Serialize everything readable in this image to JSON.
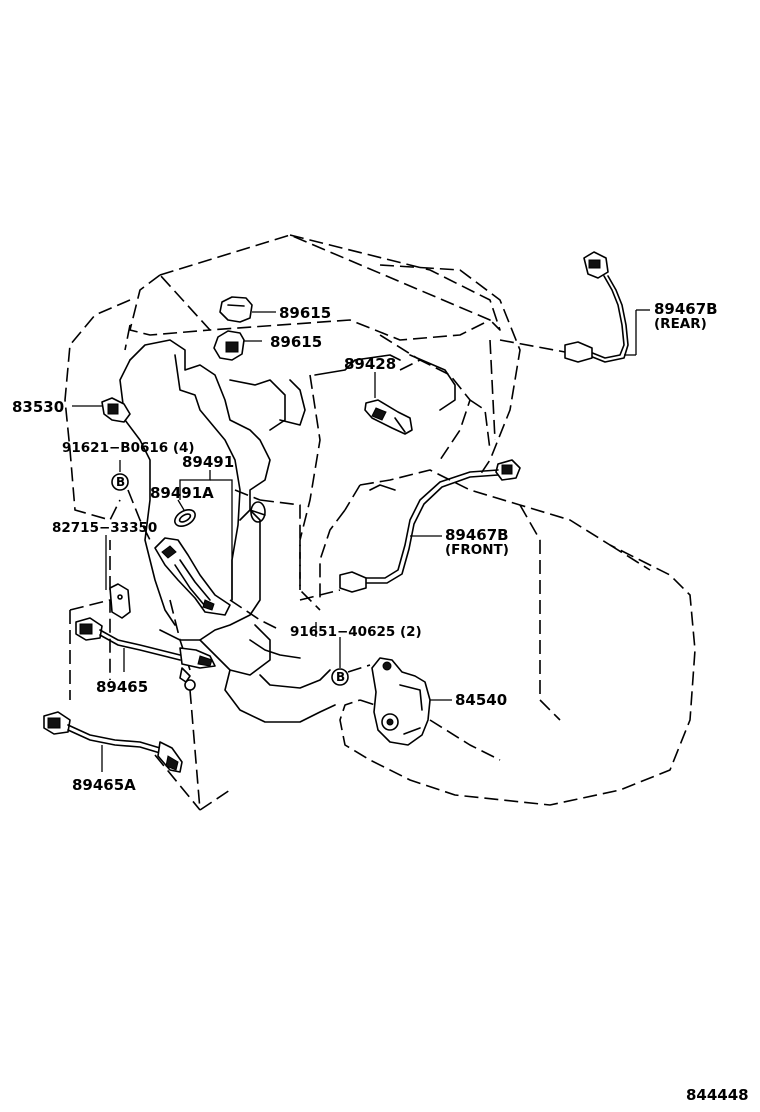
{
  "labels": {
    "p89615_top": "89615",
    "p89615_mid": "89615",
    "p89467b_rear": "89467B",
    "rear": "(REAR)",
    "p89428": "89428",
    "p83530": "83530",
    "p91621": "91621−B0616 (4)",
    "p89491": "89491",
    "p89491a": "89491A",
    "p82715": "82715−33350",
    "p89467b_front": "89467B",
    "front": "(FRONT)",
    "p91651": "91651−40625 (2)",
    "p84540": "84540",
    "p89465": "89465",
    "p89465a": "89465A",
    "circle_b_left": "B",
    "circle_b_right": "B",
    "diagram_number": "844448"
  }
}
